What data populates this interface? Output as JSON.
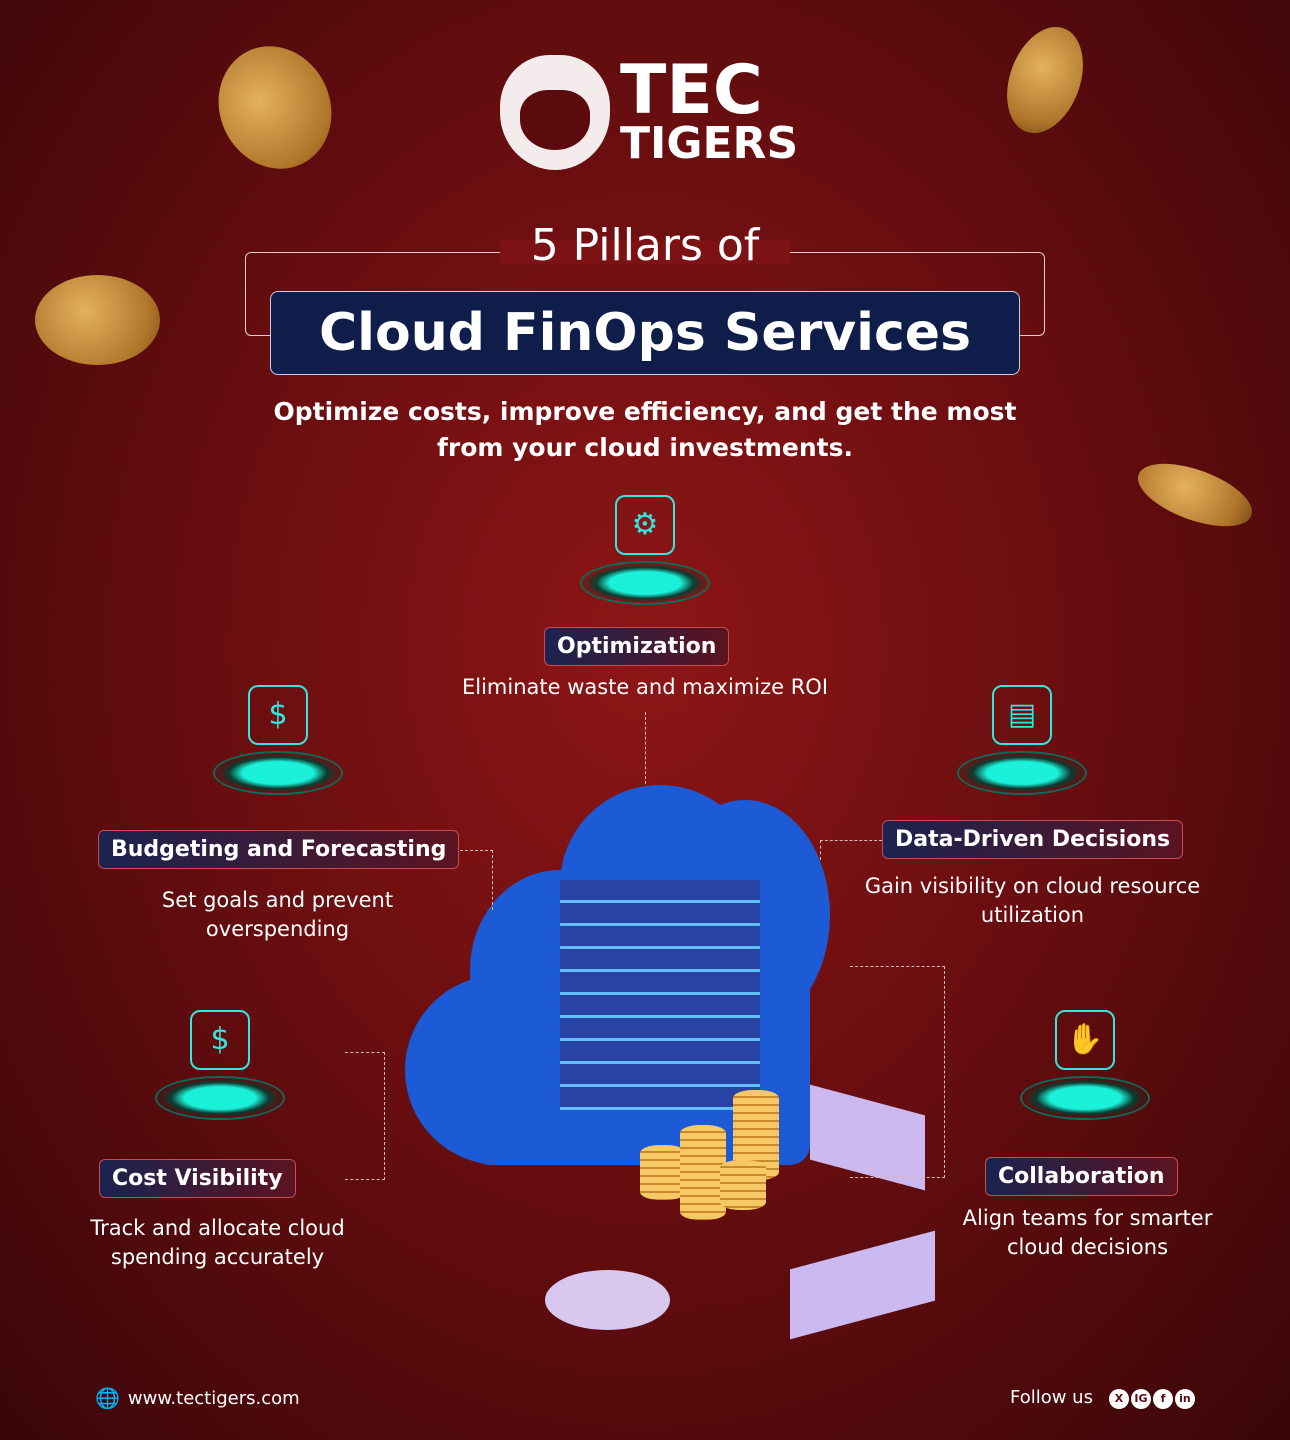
{
  "brand": {
    "line1": "TEC",
    "line2": "TIGERS"
  },
  "header": {
    "subtitle": "5 Pillars of",
    "title": "Cloud FinOps Services",
    "tagline_1": "Optimize costs, improve efficiency, and get the most",
    "tagline_2": "from your cloud investments."
  },
  "pillars": [
    {
      "title": "Optimization",
      "desc": "Eliminate waste and maximize ROI",
      "icon": "gear-chart-icon"
    },
    {
      "title": "Budgeting and Forecasting",
      "desc": "Set goals and prevent overspending",
      "icon": "budget-chart-icon"
    },
    {
      "title": "Data-Driven Decisions",
      "desc": "Gain visibility on cloud resource utilization",
      "icon": "report-icon"
    },
    {
      "title": "Cost Visibility",
      "desc": "Track and allocate cloud spending accurately",
      "icon": "coins-dollar-icon"
    },
    {
      "title": "Collaboration",
      "desc": "Align teams for smarter cloud decisions",
      "icon": "handshake-bulb-icon"
    }
  ],
  "footer": {
    "website": "www.tectigers.com",
    "follow": "Follow us",
    "socials": [
      "X",
      "IG",
      "f",
      "in"
    ]
  },
  "colors": {
    "background": "#7c1214",
    "title_bg": "#0f1d4a",
    "accent": "#33e7e0",
    "cloud": "#1c5ad6"
  }
}
